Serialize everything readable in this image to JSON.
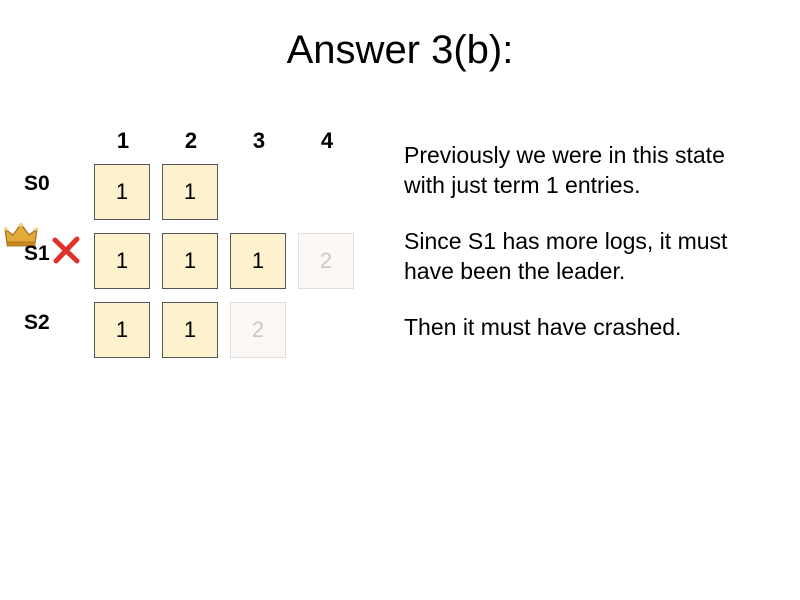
{
  "title": "Answer 3(b):",
  "columns": [
    "1",
    "2",
    "3",
    "4"
  ],
  "servers": [
    {
      "label": "S0",
      "entries": [
        {
          "term": "1",
          "state": "committed"
        },
        {
          "term": "1",
          "state": "committed"
        }
      ]
    },
    {
      "label": "S1",
      "is_leader": true,
      "crashed": true,
      "entries": [
        {
          "term": "1",
          "state": "committed"
        },
        {
          "term": "1",
          "state": "committed"
        },
        {
          "term": "1",
          "state": "committed"
        },
        {
          "term": "2",
          "state": "faded"
        }
      ]
    },
    {
      "label": "S2",
      "entries": [
        {
          "term": "1",
          "state": "committed"
        },
        {
          "term": "1",
          "state": "committed"
        },
        {
          "term": "2",
          "state": "faded"
        }
      ]
    }
  ],
  "icons": {
    "leader": "crown-icon",
    "crashed": "red-x-icon"
  },
  "colors": {
    "entry_fill": "#fdf2cd",
    "faded_text": "#c9c9c9",
    "cross": "#e0322b",
    "crown": "#e2a93b"
  },
  "explanation": [
    "Previously we were in this state with just term 1 entries.",
    "Since S1 has more logs, it must have been the leader.",
    "Then it must have crashed."
  ]
}
